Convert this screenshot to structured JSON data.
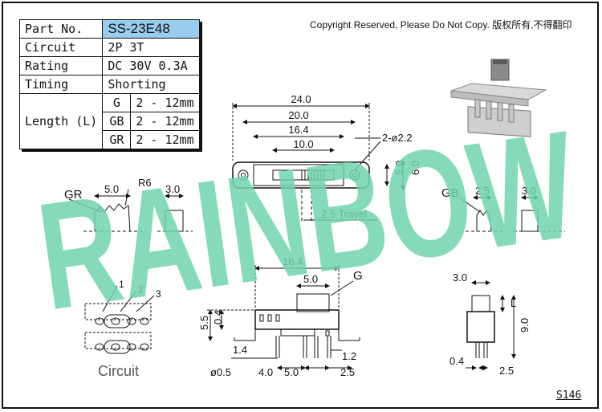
{
  "copyright": "Copyright Reserved, Please Do Not Copy. 版权所有,不得翻印",
  "watermark": "RAINBOW",
  "page_code": "S146",
  "spec": {
    "part_no_label": "Part No.",
    "part_no": "SS-23E48",
    "circuit_label": "Circuit",
    "circuit": "2P 3T",
    "rating_label": "Rating",
    "rating": "DC 30V 0.3A",
    "timing_label": "Timing",
    "timing": "Shorting",
    "length_label": "Length (L)",
    "lengths": [
      {
        "code": "G",
        "range": "2 - 12mm"
      },
      {
        "code": "GB",
        "range": "2 - 12mm"
      },
      {
        "code": "GR",
        "range": "2 - 12mm"
      }
    ]
  },
  "top_view": {
    "d_24": "24.0",
    "d_20": "20.0",
    "d_16": "16.4",
    "d_10": "10.0",
    "hole": "2-ø2.2",
    "h_5": "5.0",
    "h_6": "6.0",
    "travel": "2.5 Travel"
  },
  "gr_detail": {
    "label": "GR",
    "w": "5.0",
    "r": "R6",
    "w2": "3.0"
  },
  "gb_detail": {
    "label": "GB",
    "w": "2.5",
    "w2": "3.0"
  },
  "front_view": {
    "d_16": "16.4",
    "d_5": "5.0",
    "g": "G",
    "h_55": "5.5",
    "h_04": "0.4",
    "d_14": "1.4",
    "d_05": "ø0.5",
    "d_4": "4.0",
    "d_5b": "5.0",
    "d_12": "1.2",
    "d_25": "2.5"
  },
  "side_view": {
    "d_3": "3.0",
    "l": "L",
    "h_9": "9.0",
    "d_04": "0.4",
    "d_25": "2.5"
  },
  "circuit_diagram": {
    "title": "Circuit",
    "p1": "1",
    "p2": "2",
    "p3": "3"
  }
}
